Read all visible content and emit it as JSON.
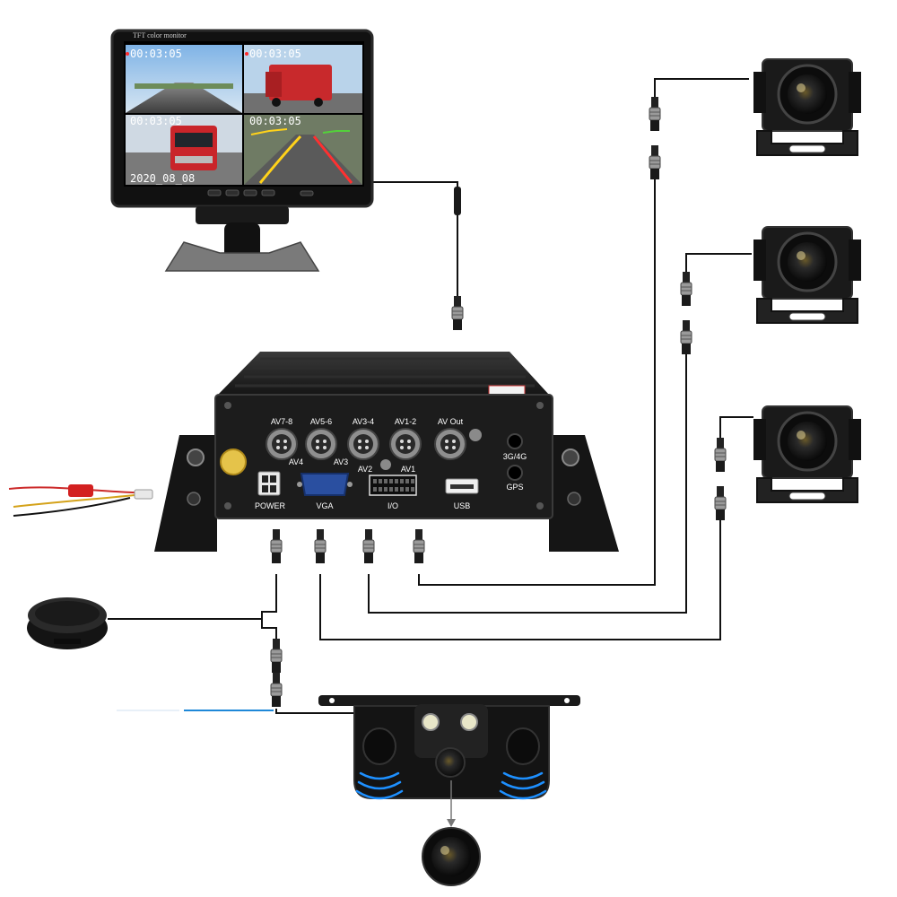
{
  "monitor": {
    "brand_text": "TFT color monitor",
    "quad_timestamps": [
      "00:03:05",
      "00:03:05",
      "00:03:05",
      "00:03:05"
    ],
    "date_text": "2020_08_08"
  },
  "dvr": {
    "top_ports": [
      "AV7-8",
      "AV5-6",
      "AV3-4",
      "AV1-2",
      "AV Out"
    ],
    "sub_labels": [
      "AV4",
      "AV3",
      "AV2",
      "AV1"
    ],
    "bottom_labels": [
      "POWER",
      "VGA",
      "I/O",
      "USB"
    ],
    "antenna_labels": [
      "3G/4G",
      "GPS"
    ]
  },
  "colors": {
    "device_body": "#1c1c1c",
    "cable": "#111111",
    "led_blue": "#1e90ff",
    "connector_metal": "#9a9a9a"
  }
}
